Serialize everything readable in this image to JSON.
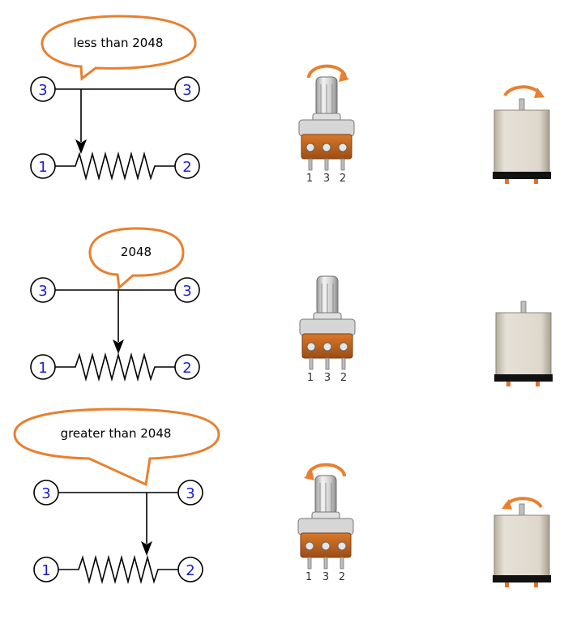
{
  "rows": [
    {
      "bubble_text": "less than 2048",
      "schematic_labels": [
        "3",
        "3",
        "1",
        "2"
      ],
      "pot_pin_labels": [
        "1",
        "3",
        "2"
      ],
      "motor_rotation": "clockwise"
    },
    {
      "bubble_text": "2048",
      "schematic_labels": [
        "3",
        "3",
        "1",
        "2"
      ],
      "pot_pin_labels": [
        "1",
        "3",
        "2"
      ],
      "motor_rotation": "stopped"
    },
    {
      "bubble_text": "greater than 2048",
      "schematic_labels": [
        "3",
        "3",
        "1",
        "2"
      ],
      "pot_pin_labels": [
        "1",
        "3",
        "2"
      ],
      "motor_rotation": "counter-clockwise"
    }
  ],
  "colors": {
    "bubble_stroke": "#e8802f",
    "terminal_text": "#1c1cd6",
    "line": "#000000",
    "rotation_arrow": "#e8802f",
    "pot_body": "#c8671f",
    "pot_metal": "#e6e6e6",
    "motor_body": "#d9d4c9",
    "motor_base": "#111111"
  }
}
